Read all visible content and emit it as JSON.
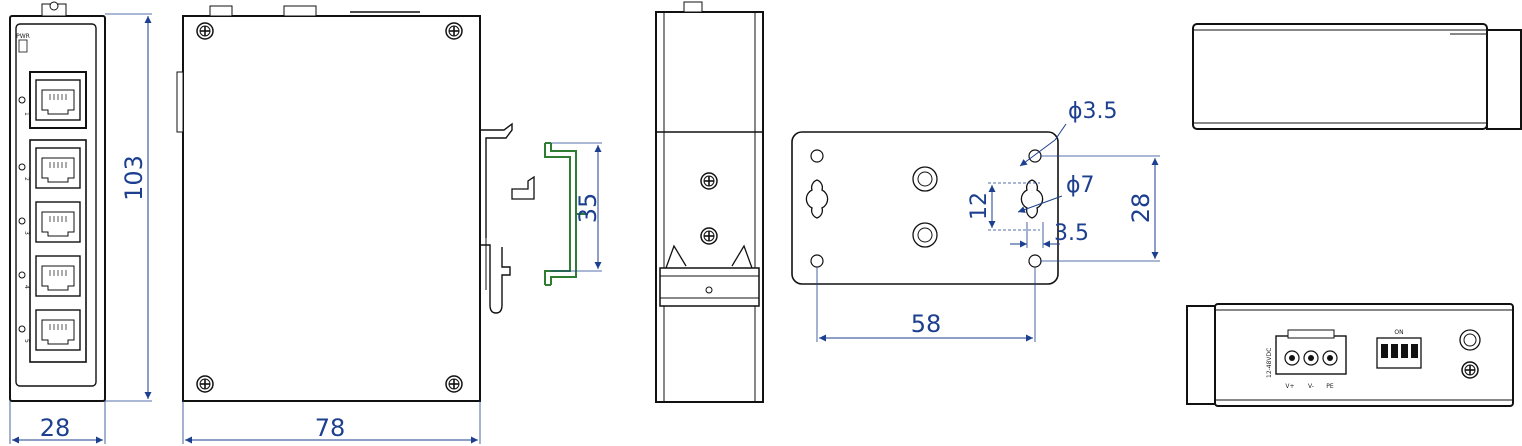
{
  "front_view": {
    "width_label": "28",
    "height_label": "103",
    "port_labels": [
      "1",
      "2",
      "3",
      "4",
      "5"
    ],
    "pwr_label": "PWR"
  },
  "side_view": {
    "width_label": "78"
  },
  "din_rail": {
    "height_label": "35"
  },
  "mount_plate": {
    "hole_small_label": "ϕ3.5",
    "keyhole_label": "ϕ7",
    "slot_height_label": "12",
    "slot_width_label": "3.5",
    "hole_spacing_v_label": "28",
    "hole_spacing_h_label": "58"
  },
  "bottom_view": {
    "connector_labels": [
      "V+",
      "V-",
      "PE"
    ],
    "dip_label": "ON",
    "power_label": "12-48VDC"
  },
  "colors": {
    "dimension": "#1d3f8f",
    "line": "#111111",
    "rail": "#2e7d32"
  }
}
